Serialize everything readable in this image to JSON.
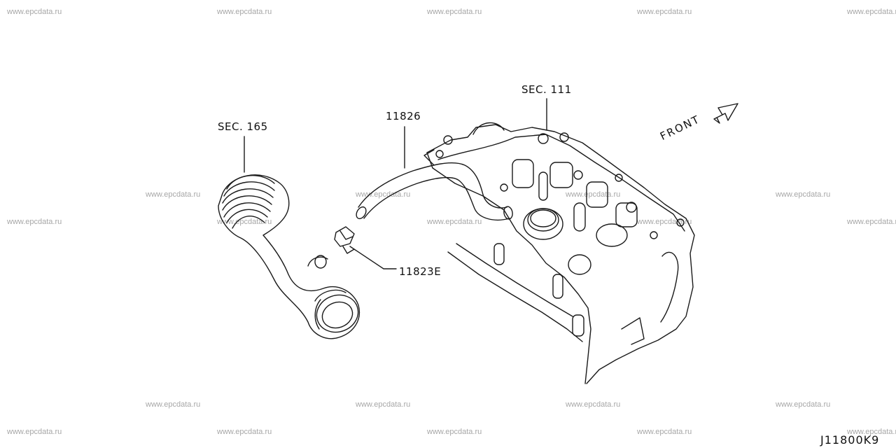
{
  "watermarks": [
    "www.epcdata.ru",
    "www.epcdata.ru",
    "www.epcdata.ru",
    "www.epcdata.ru",
    "www.epcdata.ru",
    "www.epcdata.ru",
    "www.epcdata.ru",
    "www.epcdata.ru",
    "www.epcdata.ru",
    "www.epcdata.ru",
    "www.epcdata.ru",
    "www.epcdata.ru",
    "www.epcdata.ru",
    "www.epcdata.ru",
    "www.epcdata.ru",
    "www.epcdata.ru",
    "www.epcdata.ru",
    "www.epcdata.ru",
    "www.epcdata.ru",
    "www.epcdata.ru",
    "www.epcdata.ru",
    "www.epcdata.ru",
    "www.epcdata.ru"
  ],
  "labels": {
    "sec_165": "SEC. 165",
    "part_11826": "11826",
    "sec_111": "SEC. 111",
    "part_11823e": "11823E",
    "front": "FRONT"
  },
  "diagram_code": "J11800K9"
}
